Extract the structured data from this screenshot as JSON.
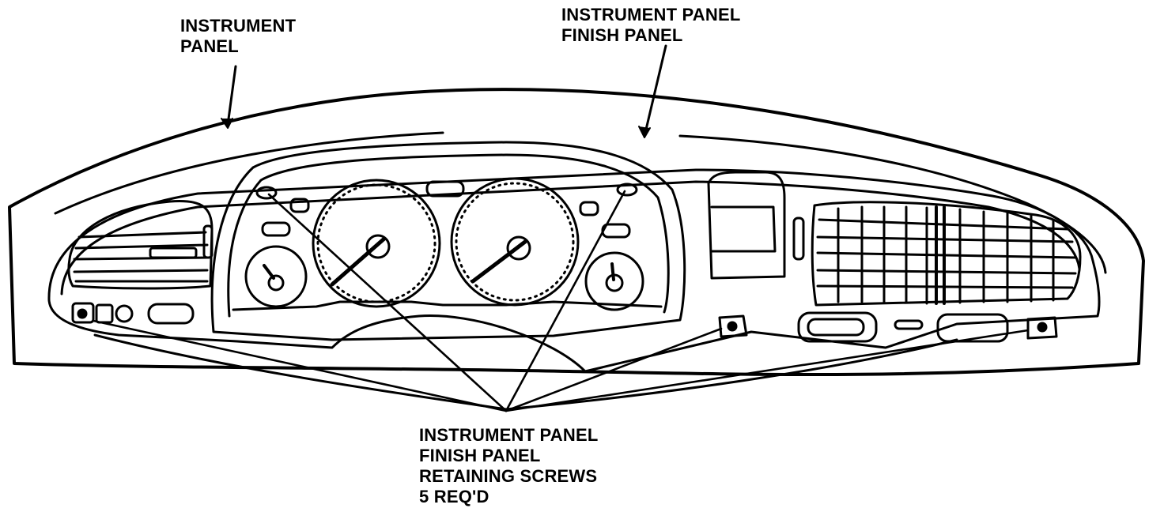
{
  "labels": {
    "instrument_panel": [
      "INSTRUMENT",
      "PANEL"
    ],
    "finish_panel": [
      "INSTRUMENT PANEL",
      "FINISH PANEL"
    ],
    "retaining_screws": [
      "INSTRUMENT PANEL",
      "FINISH PANEL",
      "RETAINING SCREWS",
      "5 REQ'D"
    ]
  },
  "colors": {
    "ink": "#000000",
    "paper": "#ffffff"
  }
}
